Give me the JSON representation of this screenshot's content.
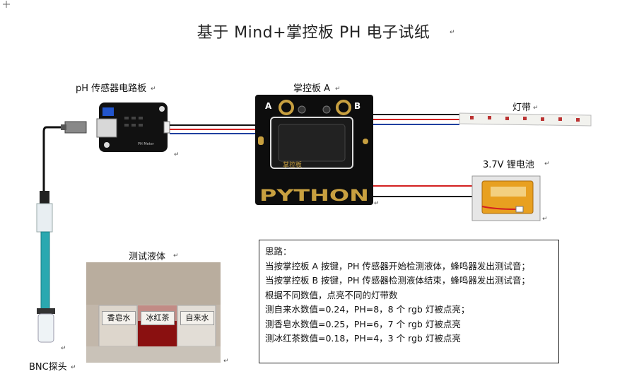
{
  "title": "基于 Mind+掌控板 PH 电子试纸",
  "labels": {
    "sensor_board": "pH 传感器电路板",
    "controller": "掌控板 A",
    "strip": "灯带",
    "battery": "3.7V 锂电池",
    "probe": "BNC探头",
    "liquids_photo": "测试液体"
  },
  "controller_buttons": {
    "a": "A",
    "b": "B"
  },
  "controller_logo": "掌控板",
  "controller_brand": "PYTHON",
  "sensor_board_text": "PH Meter",
  "liquids": [
    "香皂水",
    "冰红茶",
    "自来水"
  ],
  "notes": {
    "heading": "思路：",
    "lines": [
      "当按掌控板 A 按键，PH 传感器开始检测液体，蜂鸣器发出测试音；",
      "当按掌控板 B 按键，PH 传感器检测液体结束，蜂鸣器发出测试音；",
      "根据不同数值，点亮不同的灯带数",
      "测自来水数值=0.24，PH=8，8 个 rgb 灯被点亮；",
      "测香皂水数值=0.25，PH=6，7 个 rgb 灯被点亮",
      "测冰红茶数值=0.18，PH=4，3 个 rgb 灯被点亮"
    ]
  },
  "colors": {
    "wire_red": "#d32020",
    "wire_black": "#111111",
    "wire_blue": "#2040a0",
    "probe": "#2aa8b0",
    "tea": "#8a1010"
  }
}
